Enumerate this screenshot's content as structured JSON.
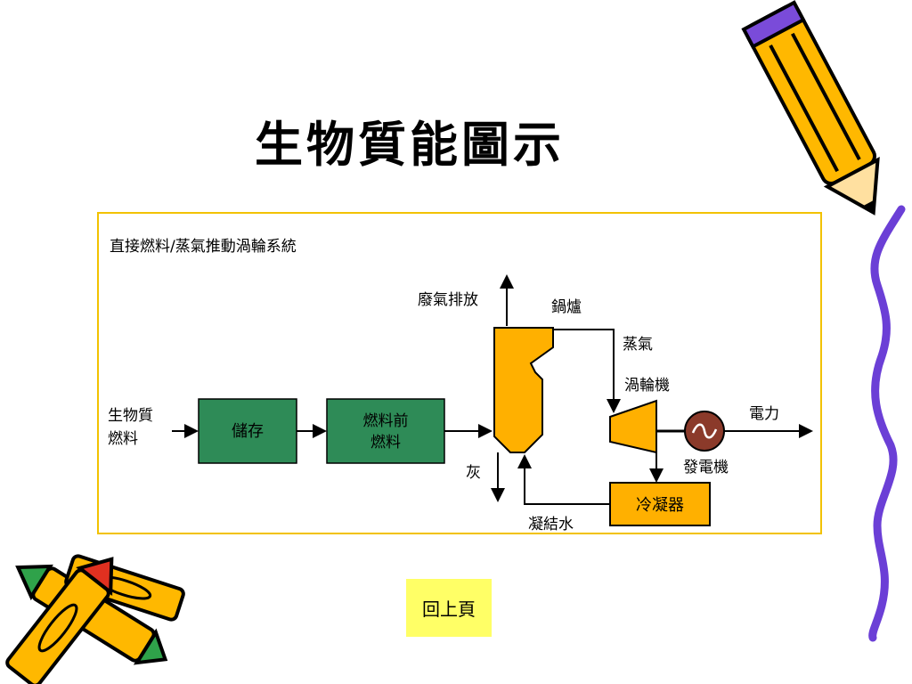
{
  "slide": {
    "title": "生物質能圖示"
  },
  "diagram": {
    "heading": "直接燃料/蒸氣推動渦輪系統",
    "biomass_fuel": [
      "生物質",
      "燃料"
    ],
    "storage": "儲存",
    "pre_fuel": [
      "燃料前",
      "燃料"
    ],
    "exhaust": "廢氣排放",
    "boiler": "鍋爐",
    "steam": "蒸氣",
    "turbine": "渦輪機",
    "electricity": "電力",
    "generator": "發電機",
    "ash": "灰",
    "condenser": "冷凝器",
    "condensate": "凝結水"
  },
  "nav": {
    "back_label": "回上頁"
  },
  "colors": {
    "box_green": "#2e8b57",
    "component_orange": "#ffb000",
    "frame_yellow": "#f2c200",
    "button_yellow": "#ffff66",
    "generator_brown": "#8b3a2a",
    "ribbon_purple": "#6b3fd6"
  },
  "icons": [
    "pencil-icon",
    "crayons-icon",
    "squiggle-ribbon-icon",
    "generator-icon"
  ]
}
